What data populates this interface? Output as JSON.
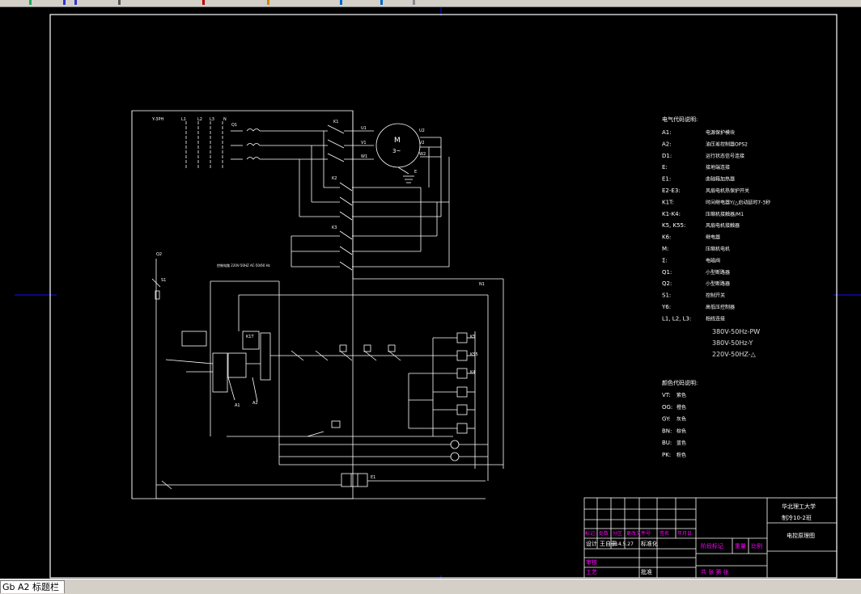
{
  "app": {
    "layout_tab": "Gb A2 标题栏"
  },
  "legend_codes": {
    "title": "电气代码说明:",
    "items": [
      {
        "code": "A1:",
        "desc": "电源保护模块"
      },
      {
        "code": "A2:",
        "desc": "油压差控制器OPS2"
      },
      {
        "code": "D1:",
        "desc": "运行状态信号连接"
      },
      {
        "code": "E:",
        "desc": "接地端连接"
      },
      {
        "code": "E1:",
        "desc": "曲轴箱加热器"
      },
      {
        "code": "E2-E3:",
        "desc": "风扇电机热保护开关"
      },
      {
        "code": "K1T:",
        "desc": "时间继电器Y/△启动延时7-3秒"
      },
      {
        "code": "K1-K4:",
        "desc": "压缩机接触器/M1"
      },
      {
        "code": "K5, K55:",
        "desc": "风扇电机接触器"
      },
      {
        "code": "K6:",
        "desc": "继电器"
      },
      {
        "code": "M:",
        "desc": "压缩机电机"
      },
      {
        "code": "Σ:",
        "desc": "电磁阀"
      },
      {
        "code": "Q1:",
        "desc": "小型断路器"
      },
      {
        "code": "Q2:",
        "desc": "小型断路器"
      },
      {
        "code": "S1:",
        "desc": "控制开关"
      },
      {
        "code": "Y6:",
        "desc": "高低压控制器"
      },
      {
        "code": "L1, L2, L3:",
        "desc": "相线连接"
      }
    ],
    "supply": [
      "380V-50Hz-PW",
      "380V-50Hz-Y",
      "220V-50HZ-△"
    ]
  },
  "legend_colors": {
    "title": "颜色代码说明:",
    "items": [
      {
        "code": "VT:",
        "desc": "紫色"
      },
      {
        "code": "OG:",
        "desc": "橙色"
      },
      {
        "code": "GY:",
        "desc": "灰色"
      },
      {
        "code": "BN:",
        "desc": "棕色"
      },
      {
        "code": "BU:",
        "desc": "蓝色"
      },
      {
        "code": "PK:",
        "desc": "粉色"
      }
    ]
  },
  "schematic_labels": {
    "supply_top": "Y-3PH",
    "l1": "L1",
    "l2": "L2",
    "l3": "L3",
    "n": "N",
    "q1": "Q1",
    "k1": "K1",
    "k2": "K2",
    "k3": "K3",
    "u1": "U1",
    "v1": "V1",
    "w1": "W1",
    "u2": "U2",
    "v2": "V2",
    "w2": "W2",
    "motor_m": "M",
    "motor_3": "3~",
    "earth": "E",
    "q2": "Q2",
    "s1": "S1",
    "control_note": "控制电路 220V-50HZ AC-50/60 Hz",
    "a1": "A1",
    "a2": "A2",
    "k1t": "K1T",
    "k5": "K5",
    "k55": "K55",
    "k4": "K4",
    "e1": "E1",
    "n1": "N1"
  },
  "title_block": {
    "school": "华北理工大学",
    "drawing_no": "制冷10-2班",
    "drawing_title": "电控原理图",
    "row_headers": [
      "标记",
      "处数",
      "分区",
      "更改文件号",
      "签名",
      "年月日"
    ],
    "designer": "王自豪",
    "date": "14.5.27",
    "stamp": "标准化",
    "stage_labels": [
      "阶段标记",
      "重量",
      "比例"
    ],
    "review": "审核",
    "process": "工艺",
    "approve": "批准",
    "sheet": "共  张  第  张"
  },
  "colors": {
    "line": "#ffffff",
    "frame": "#ffffff",
    "axis": "#1010ff",
    "label_magenta": "#ff00ff",
    "text": "#ffffff"
  }
}
